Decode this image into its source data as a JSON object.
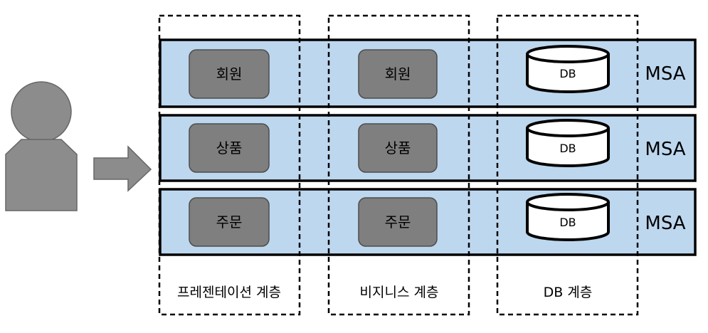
{
  "colors": {
    "band_fill": "#bdd7ee",
    "box_fill": "#7f7f7f",
    "box_stroke": "#4d4d4d",
    "user_fill": "#8c8c8c",
    "arrow_fill": "#8c8c8c",
    "stroke": "#000000"
  },
  "user": {
    "icon": "person-icon"
  },
  "arrow": {
    "icon": "right-arrow-icon"
  },
  "bands": [
    {
      "service": "회원",
      "business": "회원",
      "db": "DB",
      "label": "MSA"
    },
    {
      "service": "상품",
      "business": "상품",
      "db": "DB",
      "label": "MSA"
    },
    {
      "service": "주문",
      "business": "주문",
      "db": "DB",
      "label": "MSA"
    }
  ],
  "layers": [
    {
      "label": "프레젠테이션 계층"
    },
    {
      "label": "비지니스 계층"
    },
    {
      "label": "DB 계층"
    }
  ]
}
